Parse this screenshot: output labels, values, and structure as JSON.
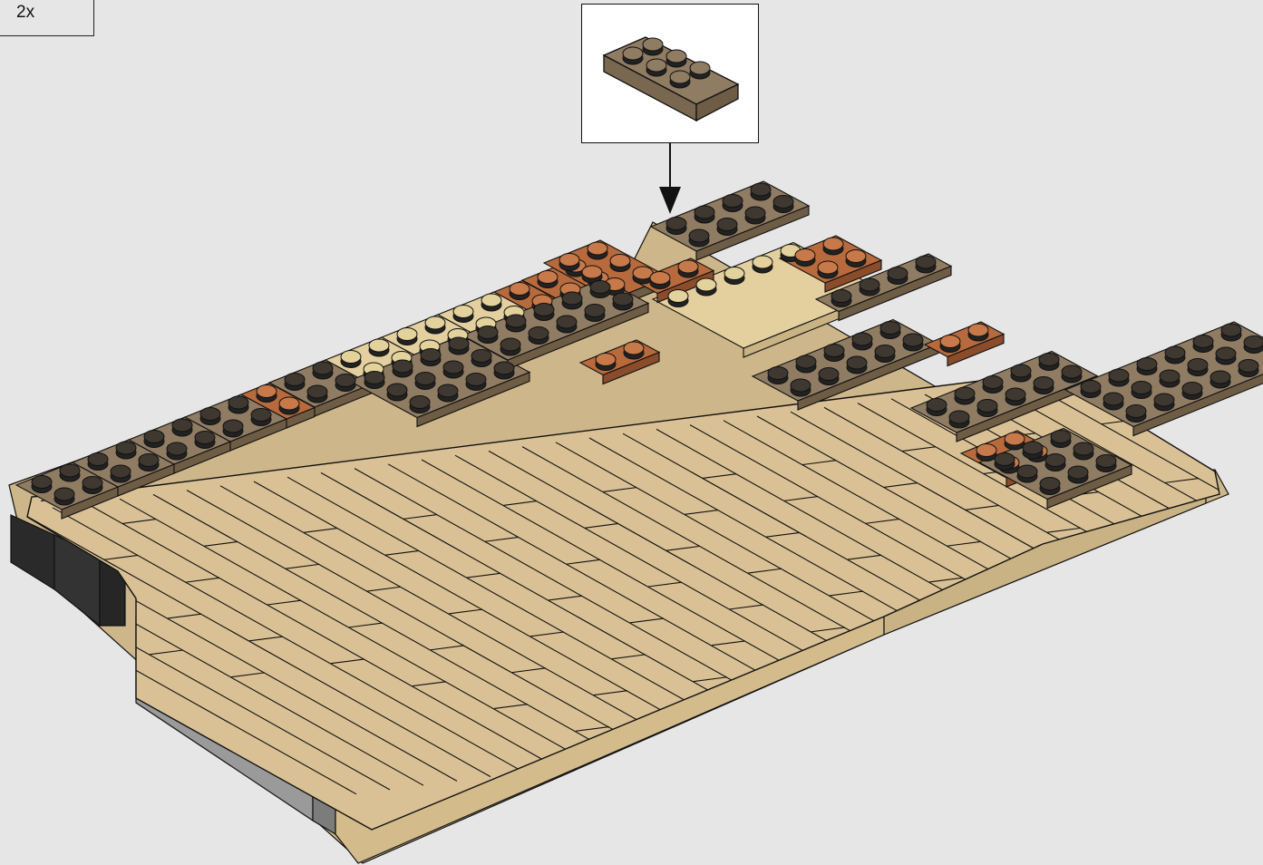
{
  "step": {
    "quantity_label": "2x"
  },
  "part": {
    "name_icon": "plate-2x3-brick",
    "color": "#8f7c63",
    "stud_count": 6
  },
  "model": {
    "colors": {
      "tan": "#d9c195",
      "tan_light": "#e4cf9f",
      "dark_tan": "#8f7c63",
      "dark_tan_side": "#6e5c45",
      "stud": "#3f3830",
      "orange": "#b86a3d",
      "light_stud": "#e3d29b",
      "grey": "#9a9a9a",
      "black": "#2a2a2a"
    }
  }
}
